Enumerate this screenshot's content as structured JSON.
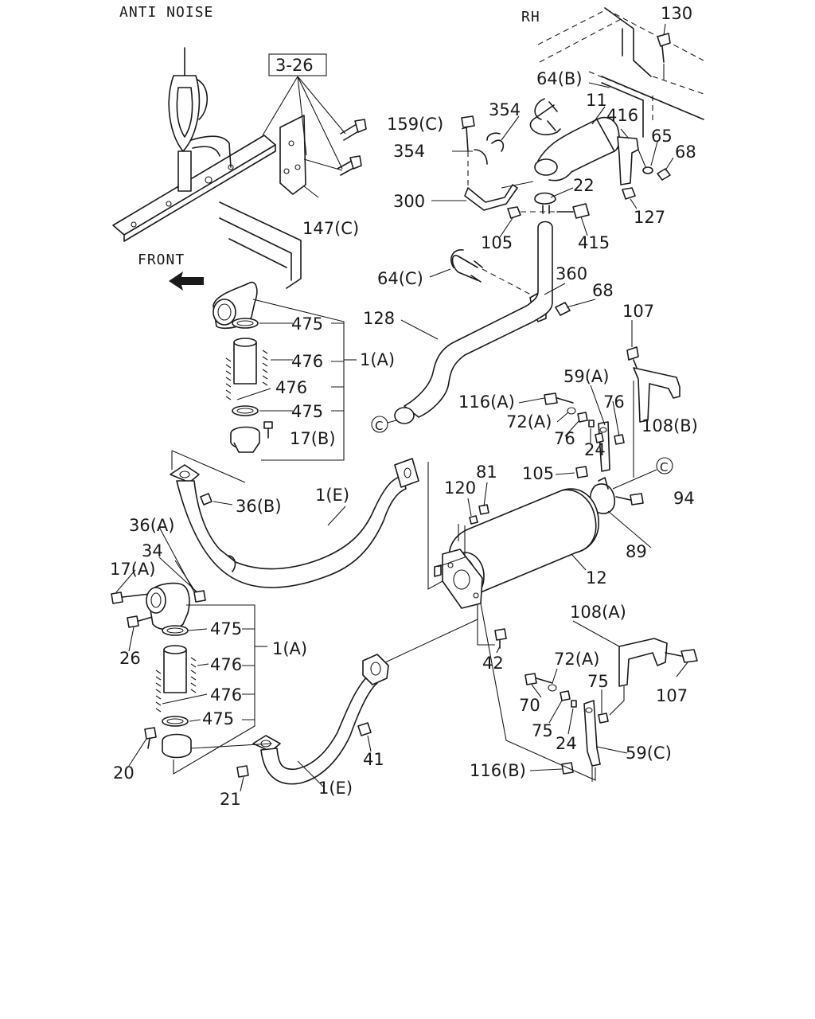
{
  "headers": {
    "left": "ANTI NOISE",
    "right": "RH",
    "front": "FRONT"
  },
  "reference_box": "3-26",
  "connector_label": "C",
  "callouts": {
    "c130": "130",
    "c64b": "64(B)",
    "c354a": "354",
    "c11": "11",
    "c416": "416",
    "c159c": "159(C)",
    "c354b": "354",
    "c65": "65",
    "c68a": "68",
    "c22": "22",
    "c300": "300",
    "c127": "127",
    "c105a": "105",
    "c415": "415",
    "c147c": "147(C)",
    "c64c": "64(C)",
    "c360": "360",
    "c68b": "68",
    "c128": "128",
    "c475a": "475",
    "c476a": "476",
    "c1a_top": "1(A)",
    "c476b": "476",
    "c475b": "475",
    "c17b": "17(B)",
    "c107a": "107",
    "c59a": "59(A)",
    "c116a": "116(A)",
    "c76a": "76",
    "c72a1": "72(A)",
    "c76b": "76",
    "c108b": "108(B)",
    "c24a": "24",
    "c36b": "36(B)",
    "c1e_top": "1(E)",
    "c81": "81",
    "c120": "120",
    "c105b": "105",
    "c94": "94",
    "c36a": "36(A)",
    "c34": "34",
    "c17a": "17(A)",
    "c89": "89",
    "c12": "12",
    "c475c": "475",
    "c26": "26",
    "c1a_bot": "1(A)",
    "c476c": "476",
    "c42": "42",
    "c108a": "108(A)",
    "c72a2": "72(A)",
    "c476d": "476",
    "c75a": "75",
    "c107b": "107",
    "c475d": "475",
    "c70": "70",
    "c75b": "75",
    "c24b": "24",
    "c20": "20",
    "c41": "41",
    "c59c": "59(C)",
    "c116b": "116(B)",
    "c21": "21",
    "c1e_bot": "1(E)"
  }
}
